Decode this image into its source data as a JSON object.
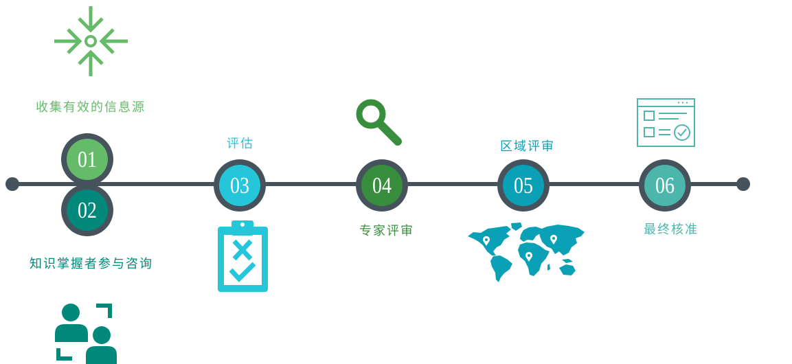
{
  "steps": [
    {
      "number": "01",
      "label": "收集有效的信息源",
      "color": "#66bb6a",
      "icon": "converging-arrows-icon"
    },
    {
      "number": "02",
      "label": "知识掌握者参与咨询",
      "color": "#00897b",
      "icon": "people-exchange-icon"
    },
    {
      "number": "03",
      "label": "评估",
      "color": "#26c6da",
      "icon": "clipboard-check-icon"
    },
    {
      "number": "04",
      "label": "专家评审",
      "color": "#388e3c",
      "icon": "magnifier-icon"
    },
    {
      "number": "05",
      "label": "区域评审",
      "color": "#0aa1b6",
      "icon": "world-map-icon"
    },
    {
      "number": "06",
      "label": "最终核准",
      "color": "#4db6ac",
      "icon": "checklist-window-icon"
    }
  ],
  "colors": {
    "timeline": "#46535c",
    "ring": "#46535c",
    "number_text": "#ffffff"
  }
}
